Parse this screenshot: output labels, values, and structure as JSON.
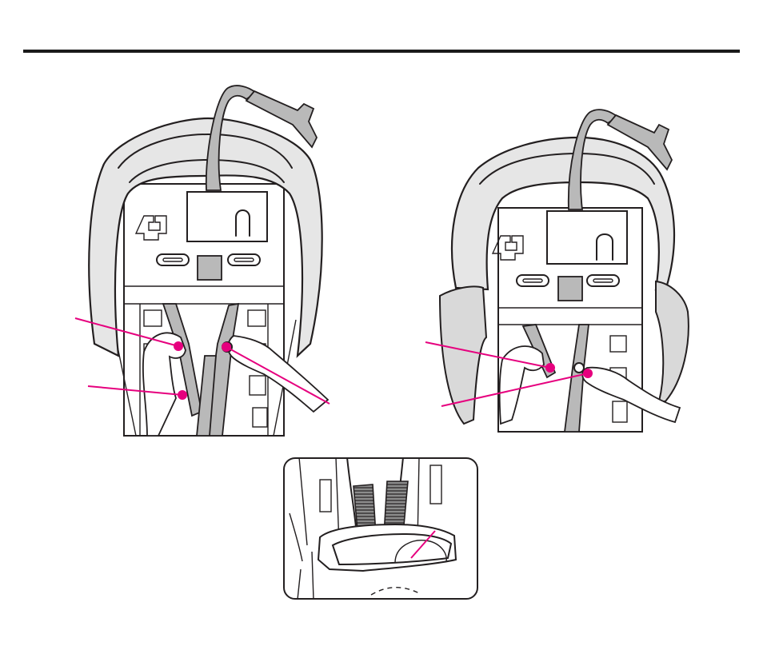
{
  "page": {
    "accent_color": "#e6007e",
    "rule_color": "#1a1a1a"
  },
  "figures": [
    {
      "id": "left",
      "callouts": 3
    },
    {
      "id": "right",
      "callouts": 2
    },
    {
      "id": "inset",
      "callouts": 1
    }
  ]
}
